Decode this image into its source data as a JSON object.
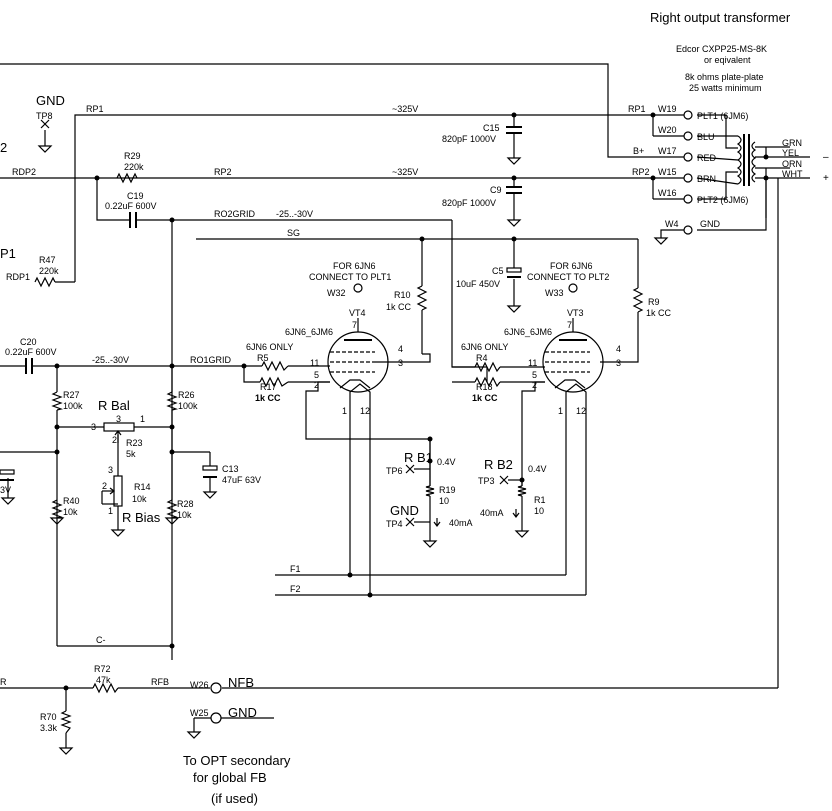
{
  "transformer": {
    "title": "Right output transformer",
    "model": "Edcor CXPP25-MS-8K",
    "alt": "or eqivalent",
    "spec1": "8k ohms plate-plate",
    "spec2": "25 watts minimum",
    "wires": {
      "w19": "W19",
      "plt1": "PLT1 (6JM6)",
      "w20": "W20",
      "blu": "BLU",
      "w17": "W17",
      "red": "RED",
      "w15": "W15",
      "brn": "BRN",
      "w16": "W16",
      "plt2": "PLT2 (6JM6)",
      "w4": "W4",
      "gnd": "GND"
    },
    "secondary": {
      "grn": "GRN",
      "yel": "YEL",
      "orn": "ORN",
      "wht": "WHT",
      "minus": "–",
      "plus": "+"
    }
  },
  "nets": {
    "rp1": "RP1",
    "rp1b": "RP1",
    "rp2": "RP2",
    "rp2b": "RP2",
    "rdp2": "RDP2",
    "rdp1": "RDP1",
    "bplus": "B+",
    "ro2grid": "RO2GRID",
    "ro1grid": "RO1GRID",
    "sg": "SG",
    "v325a": "~325V",
    "v325b": "~325V",
    "v25a": "-25..-30V",
    "v25b": "-25..-30V",
    "f1": "F1",
    "f2": "F2",
    "cminus": "C-",
    "rfb": "RFB",
    "left2": "2",
    "leftp1": "P1",
    "leftr": "R"
  },
  "tp8": {
    "gnd": "GND",
    "tp": "TP8"
  },
  "parts": {
    "c15": {
      "ref": "C15",
      "val": "820pF 1000V"
    },
    "c9": {
      "ref": "C9",
      "val": "820pF 1000V"
    },
    "c5": {
      "ref": "C5",
      "val": "10uF 450V"
    },
    "r29": {
      "ref": "R29",
      "val": "220k"
    },
    "c19": {
      "ref": "C19",
      "val": "0.22uF 600V"
    },
    "r47": {
      "ref": "R47",
      "val": "220k"
    },
    "r10": {
      "ref": "R10",
      "val": "1k CC"
    },
    "r9": {
      "ref": "R9",
      "val": "1k CC"
    },
    "c20": {
      "ref": "C20",
      "val": "0.22uF 600V"
    },
    "r27": {
      "ref": "R27",
      "val": "100k"
    },
    "r26": {
      "ref": "R26",
      "val": "100k"
    },
    "r23": {
      "ref": "R23",
      "val": "5k",
      "name": "R Bal"
    },
    "r14": {
      "ref": "R14",
      "val": "10k",
      "name": "R Bias"
    },
    "r40": {
      "ref": "R40",
      "val": "10k"
    },
    "r28": {
      "ref": "R28",
      "val": "10k"
    },
    "c13": {
      "ref": "C13",
      "val": "47uF 63V"
    },
    "c_left": {
      "val": "3V"
    },
    "r5": {
      "ref": "R5",
      "note": "6JN6 ONLY"
    },
    "r17": {
      "ref": "R17",
      "val": "1k CC"
    },
    "r4": {
      "ref": "R4",
      "note": "6JN6 ONLY"
    },
    "r18": {
      "ref": "R18",
      "val": "1k CC"
    },
    "r19": {
      "ref": "R19",
      "val": "10"
    },
    "r1": {
      "ref": "R1",
      "val": "10"
    },
    "r72": {
      "ref": "R72",
      "val": "47k"
    },
    "r70": {
      "ref": "R70",
      "val": "3.3k"
    }
  },
  "tubes": {
    "vt4": {
      "ref": "VT4",
      "type": "6JN6_6JM6",
      "note1": "FOR 6JN6",
      "note2": "CONNECT TO PLT1",
      "w": "W32"
    },
    "vt3": {
      "ref": "VT3",
      "type": "6JN6_6JM6",
      "note1": "FOR 6JN6",
      "note2": "CONNECT TO PLT2",
      "w": "W33"
    },
    "pins": {
      "p7": "7",
      "p4": "4",
      "p3": "3",
      "p11": "11",
      "p5": "5",
      "p2": "2",
      "p1": "1",
      "p12": "12"
    }
  },
  "testpoints": {
    "rb1": {
      "name": "R B1",
      "tp": "TP6",
      "v": "0.4V"
    },
    "rb2": {
      "name": "R B2",
      "tp": "TP3",
      "v": "0.4V"
    },
    "gnd4": {
      "name": "GND",
      "tp": "TP4",
      "i": "40mA"
    },
    "i2": "40mA"
  },
  "pot_pins": {
    "p1": "1",
    "p2": "2",
    "p3": "3"
  },
  "feedback": {
    "w26": "W26",
    "nfb": "NFB",
    "w25": "W25",
    "gnd": "GND",
    "note1": "To OPT secondary",
    "note2": "for global FB",
    "note3": "(if used)"
  }
}
